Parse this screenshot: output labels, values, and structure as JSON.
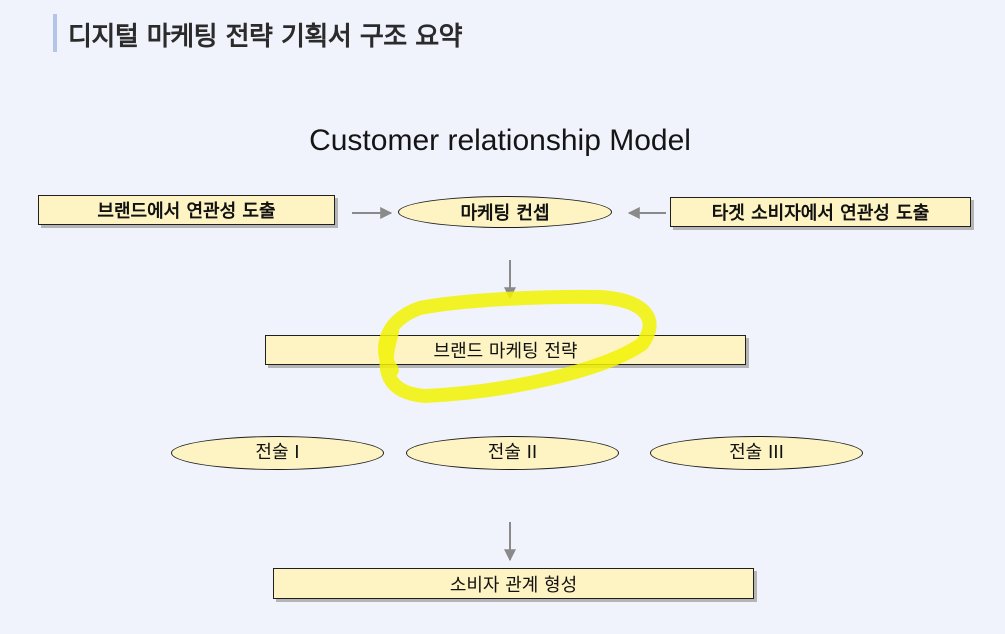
{
  "header": {
    "title": "디지털 마케팅 전략 기획서 구조 요약"
  },
  "diagram": {
    "title": "Customer relationship Model",
    "brand_derivation": "브랜드에서 연관성 도출",
    "marketing_concept": "마케팅 컨셉",
    "target_derivation": "타겟 소비자에서 연관성 도출",
    "brand_strategy": "브랜드 마케팅 전략",
    "tactics": [
      "전술 I",
      "전술 II",
      "전술 III"
    ],
    "relationship": "소비자 관계 형성"
  },
  "colors": {
    "background": "#f0f3fc",
    "box_fill": "#fdf3c3",
    "highlight": "#f2f200",
    "arrow": "#8a8a8a",
    "header_accent": "#b3c5e8"
  }
}
